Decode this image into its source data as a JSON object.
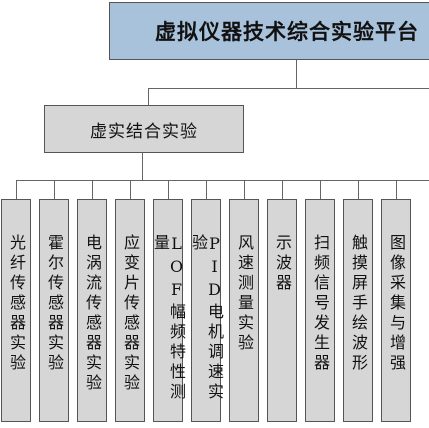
{
  "root": {
    "label": "虚拟仪器技术综合实验平台"
  },
  "branch": {
    "label": "虚实结合实验"
  },
  "leaves": [
    {
      "label": "光纤传感器实验"
    },
    {
      "label": "霍尔传感器实验"
    },
    {
      "label": "电涡流传感器实验"
    },
    {
      "label": "应变片传感器实验"
    },
    {
      "label": "LOF幅频特性测量"
    },
    {
      "label": "PID电机调速实验"
    },
    {
      "label": "风速测量实验"
    },
    {
      "label": "示波器"
    },
    {
      "label": "扫频信号发生器"
    },
    {
      "label": "触摸屏手绘波形"
    },
    {
      "label": "图像采集与增强"
    }
  ]
}
